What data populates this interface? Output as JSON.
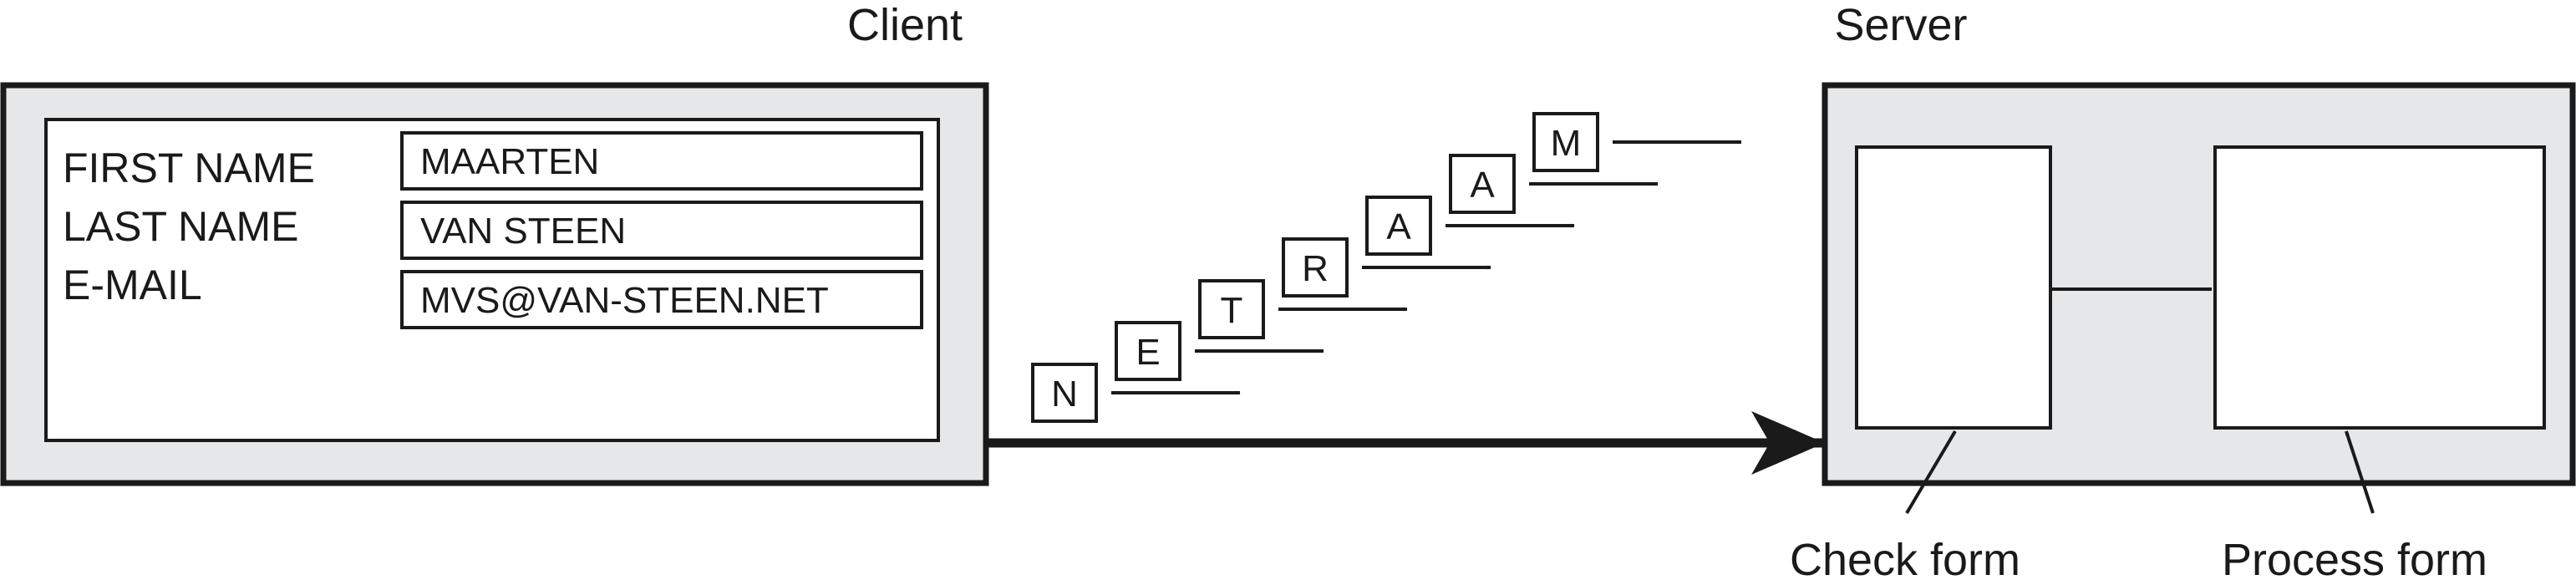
{
  "client": {
    "title": "Client",
    "form": {
      "fields": [
        {
          "label": "FIRST NAME",
          "value": "MAARTEN"
        },
        {
          "label": "LAST NAME",
          "value": "VAN STEEN"
        },
        {
          "label": "E-MAIL",
          "value": "MVS@VAN-STEEN.NET"
        }
      ]
    }
  },
  "server": {
    "title": "Server",
    "check_label": "Check form",
    "process_label": "Process form"
  },
  "packets": [
    "N",
    "E",
    "T",
    "R",
    "A",
    "A",
    "M"
  ],
  "colors": {
    "panel_fill": "#e6e7e8",
    "stroke": "#1a1a1a",
    "box_fill": "#ffffff"
  }
}
